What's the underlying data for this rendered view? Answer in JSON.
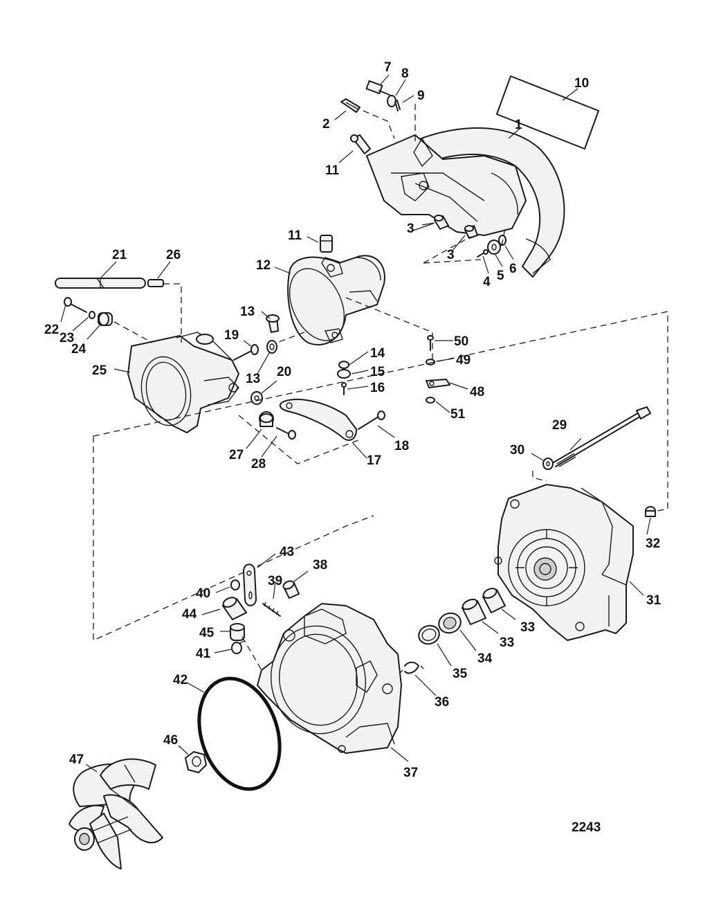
{
  "diagram": {
    "drawing_number": "2243",
    "callouts": [
      "1",
      "2",
      "3",
      "3",
      "4",
      "5",
      "6",
      "7",
      "8",
      "9",
      "10",
      "11",
      "11",
      "12",
      "13",
      "13",
      "14",
      "15",
      "16",
      "17",
      "18",
      "19",
      "20",
      "21",
      "22",
      "23",
      "24",
      "25",
      "26",
      "27",
      "28",
      "29",
      "30",
      "31",
      "32",
      "33",
      "33",
      "34",
      "35",
      "36",
      "37",
      "38",
      "39",
      "40",
      "41",
      "42",
      "43",
      "44",
      "45",
      "46",
      "47",
      "48",
      "49",
      "50",
      "51"
    ]
  }
}
